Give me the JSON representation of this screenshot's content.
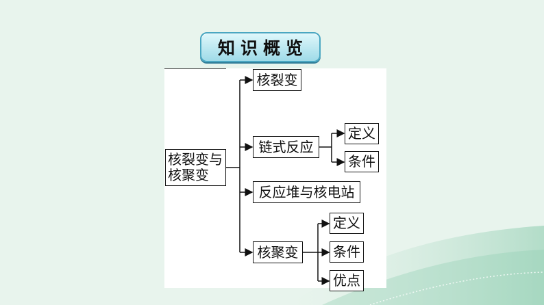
{
  "title": "知识概览",
  "diagram": {
    "root": {
      "line1": "核裂变与",
      "line2": "核聚变"
    },
    "branches": {
      "fission": "核裂变",
      "chain": "链式反应",
      "chain_def": "定义",
      "chain_cond": "条件",
      "reactor": "反应堆与核电站",
      "fusion": "核聚变",
      "fusion_def": "定义",
      "fusion_cond": "条件",
      "fusion_adv": "优点"
    }
  },
  "colors": {
    "background": "#e8f4ed",
    "badge_border": "#4aa7c2",
    "line": "#111111"
  }
}
